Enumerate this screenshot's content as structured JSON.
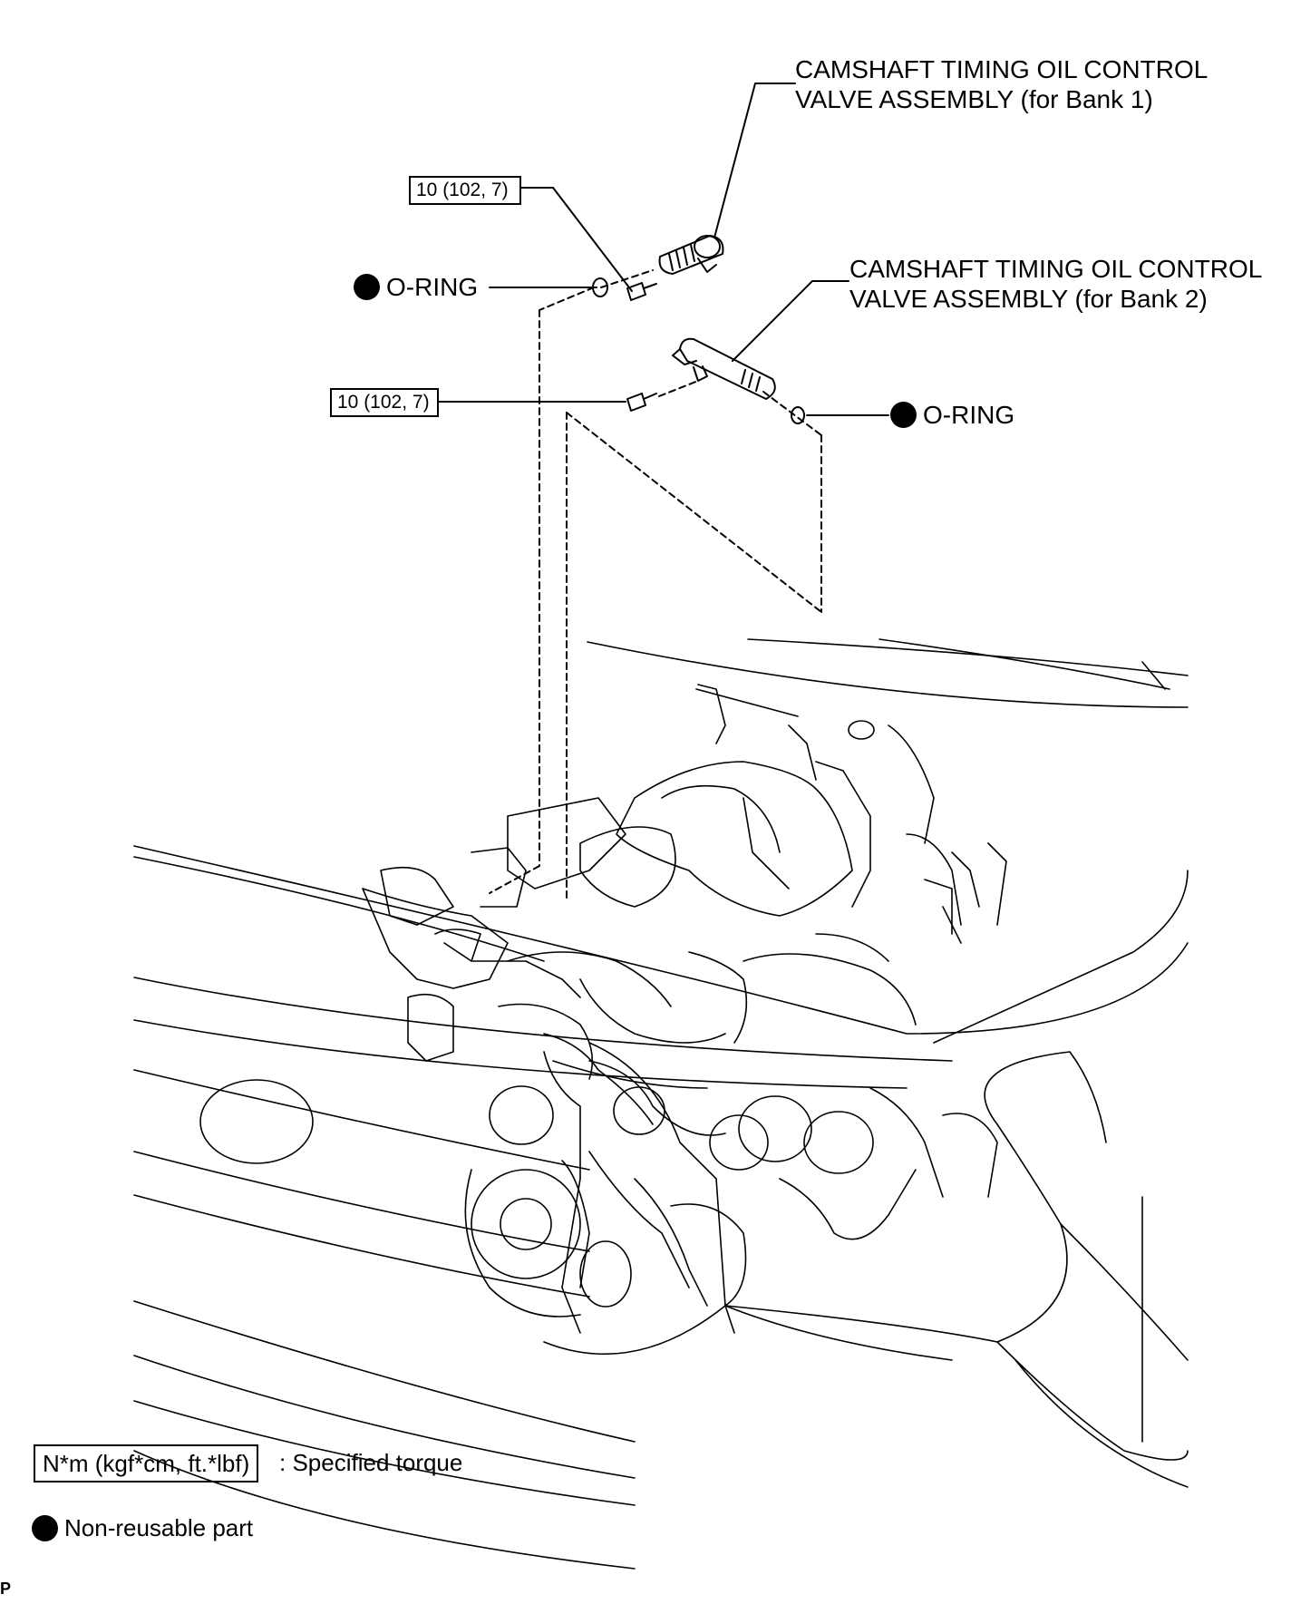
{
  "callouts": {
    "bank1_valve": [
      "CAMSHAFT TIMING OIL CONTROL",
      "VALVE ASSEMBLY (for Bank 1)"
    ],
    "bank2_valve": [
      "CAMSHAFT TIMING OIL CONTROL",
      "VALVE ASSEMBLY (for Bank 2)"
    ],
    "oring_left": "O-RING",
    "oring_right": "O-RING",
    "torque_upper": "10 (102, 7)",
    "torque_lower": "10 (102, 7)"
  },
  "legend": {
    "torque_box": "N*m (kgf*cm, ft.*lbf)",
    "torque_text": ": Specified torque",
    "nonreusable_text": "Non-reusable part"
  },
  "corner_mark": "P"
}
